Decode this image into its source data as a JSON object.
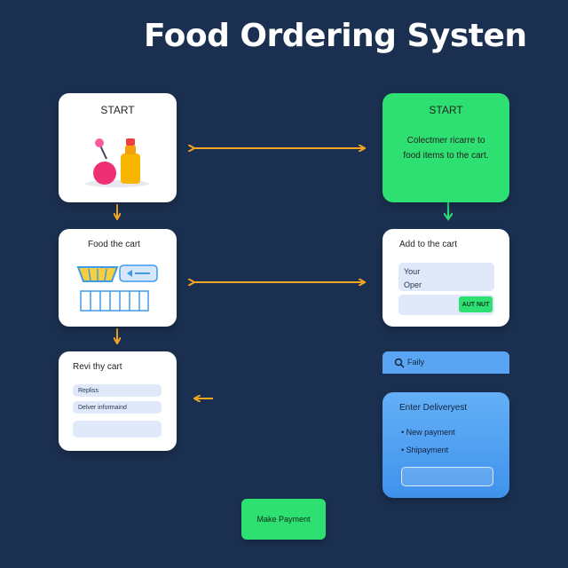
{
  "title": "Food Ordering Systen",
  "colors": {
    "background": "#1b3051",
    "green": "#2ee071",
    "blue": "#4a9cf0",
    "arrow_orange": "#f3a521",
    "arrow_green": "#2fd67a"
  },
  "nodes": {
    "start_left": {
      "label": "START"
    },
    "start_right": {
      "label": "START",
      "text_line1": "Colectmer ricarre to",
      "text_line2": "food items to the cart."
    },
    "food_cart": {
      "label": "Food the cart"
    },
    "add_to_cart": {
      "label": "Add to the cart",
      "field_line1": "Your",
      "field_line2": "Oper",
      "button_label": "AUT NUT"
    },
    "review_cart": {
      "label": "Revi thy cart",
      "field1": "Repliss",
      "field2": "Delver informaind"
    },
    "search_bar": {
      "text": "Faily",
      "icon": "search-icon"
    },
    "delivery": {
      "label": "Enter Deliveryest",
      "item1": "• New payment",
      "item2": "• Shipayment"
    },
    "make_payment": {
      "label": "Make Payment"
    }
  }
}
